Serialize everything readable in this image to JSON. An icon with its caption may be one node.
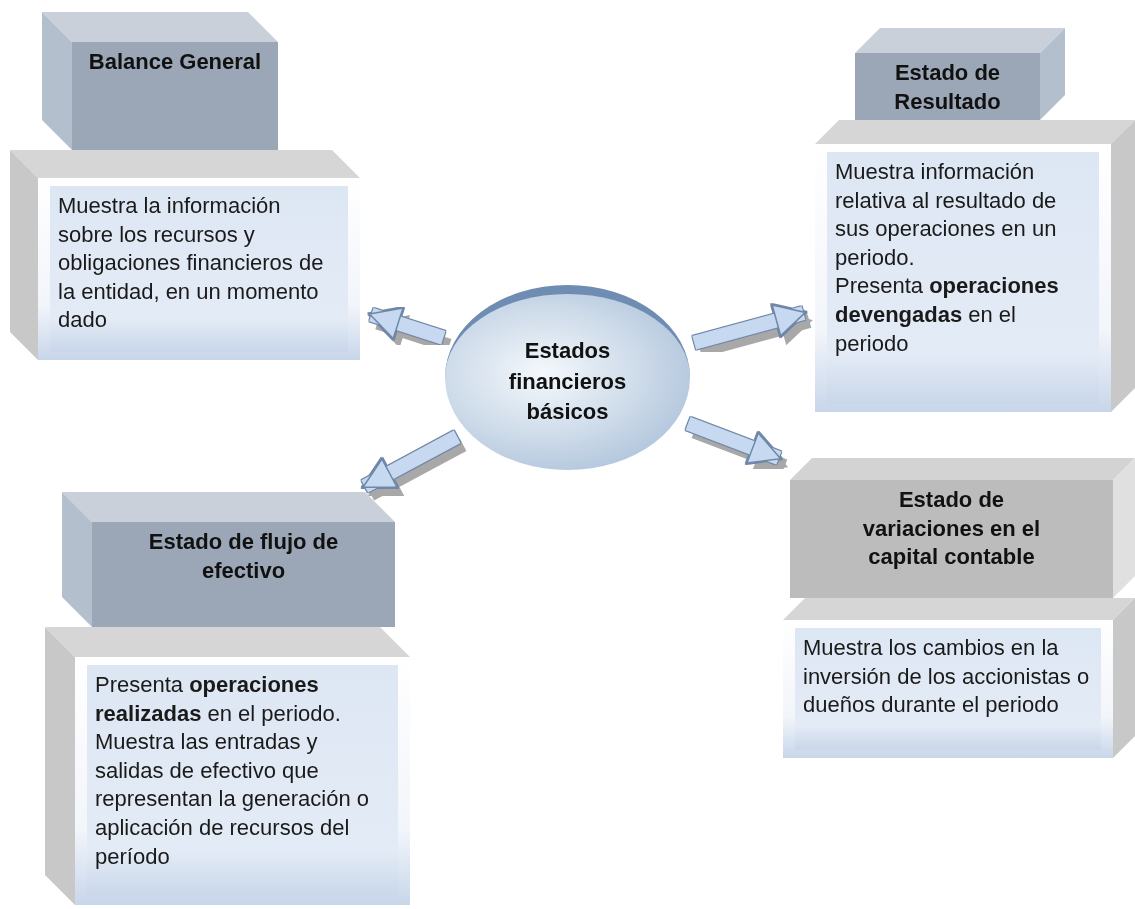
{
  "diagram": {
    "nodes": [
      {
        "text": [
          "Balance General"
        ]
      },
      {
        "text": [
          "Muestra la información sobre los recursos y obligaciones financieros de la entidad, en un momento dado"
        ]
      },
      {
        "text": [
          "Estado de Resultado"
        ]
      },
      {
        "text": [
          "Muestra información relativa al resultado de sus operaciones en un periodo.",
          "Presenta **operaciones devengadas** en el periodo"
        ]
      },
      {
        "text": [
          "Estados financieros básicos"
        ]
      },
      {
        "text": [
          "Estado de flujo de efectivo"
        ]
      },
      {
        "text": [
          "Presenta **operaciones realizadas** en el periodo. Muestra las entradas y salidas de efectivo que representan la generación o aplicación de recursos del período"
        ]
      },
      {
        "text": [
          "Estado de variaciones en el capital contable"
        ]
      },
      {
        "text": [
          "Muestra los cambios en la inversión de los accionistas o dueños durante el periodo"
        ]
      }
    ],
    "edges": [
      {
        "from": 4,
        "to": 1,
        "arrow": "to"
      },
      {
        "from": 4,
        "to": 3,
        "arrow": "to"
      },
      {
        "from": 4,
        "to": 5,
        "arrow": "to"
      },
      {
        "from": 4,
        "to": 7,
        "arrow": "to"
      }
    ]
  }
}
